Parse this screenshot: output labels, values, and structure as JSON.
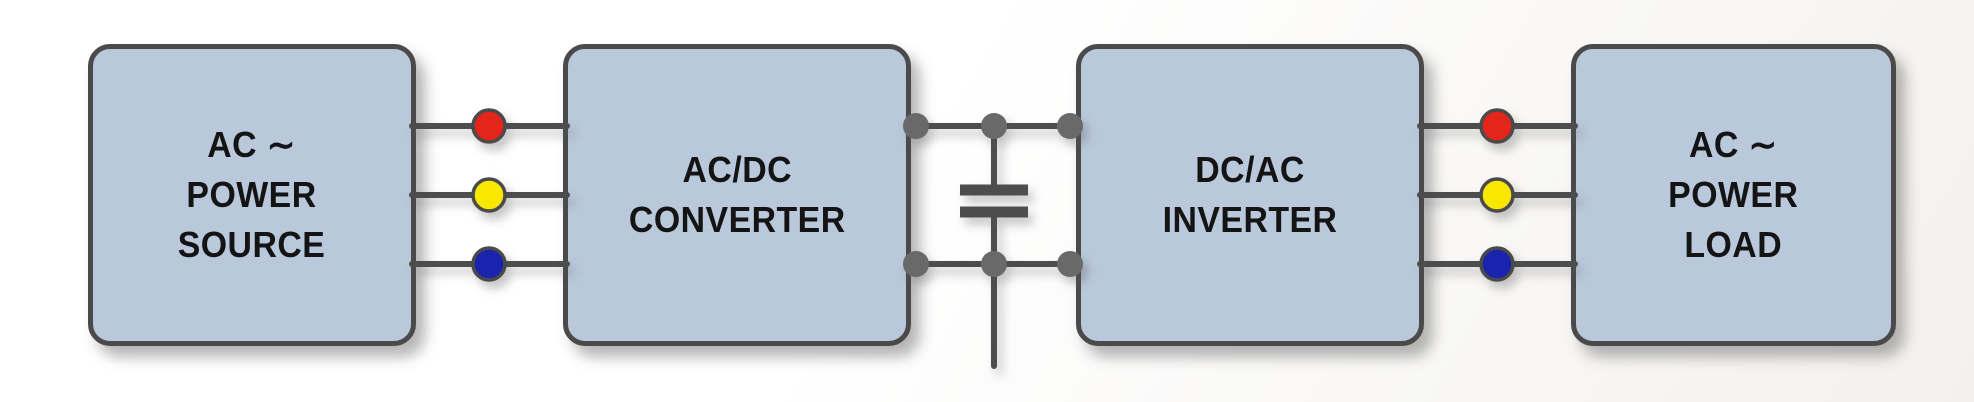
{
  "diagram": {
    "type": "block-diagram",
    "description": "AC to AC power conversion chain with DC link capacitor",
    "blocks": [
      {
        "id": "ac-power-source",
        "lines": [
          "AC ∼",
          "POWER",
          "SOURCE"
        ]
      },
      {
        "id": "ac-dc-converter",
        "lines": [
          "AC/DC",
          "CONVERTER"
        ]
      },
      {
        "id": "dc-ac-inverter",
        "lines": [
          "DC/AC",
          "INVERTER"
        ]
      },
      {
        "id": "ac-power-load",
        "lines": [
          "AC ∼",
          "POWER",
          "LOAD"
        ]
      }
    ],
    "connections": [
      {
        "from": "ac-power-source",
        "to": "ac-dc-converter",
        "wires": 3,
        "type": "three-phase-ac",
        "phase_dots": [
          "red",
          "yellow",
          "blue"
        ]
      },
      {
        "from": "ac-dc-converter",
        "to": "dc-ac-inverter",
        "wires": 2,
        "type": "dc-link",
        "component": "capacitor"
      },
      {
        "from": "dc-ac-inverter",
        "to": "ac-power-load",
        "wires": 3,
        "type": "three-phase-ac",
        "phase_dots": [
          "red",
          "yellow",
          "blue"
        ]
      }
    ],
    "colors": {
      "block_fill": "#b9c8db",
      "block_border": "#4a4a4a",
      "wire": "#4d4d4d",
      "phase_red": "#e3251b",
      "phase_yellow": "#f8e800",
      "phase_blue": "#1a23ad",
      "junction": "#696969",
      "label_text": "#141414"
    }
  }
}
